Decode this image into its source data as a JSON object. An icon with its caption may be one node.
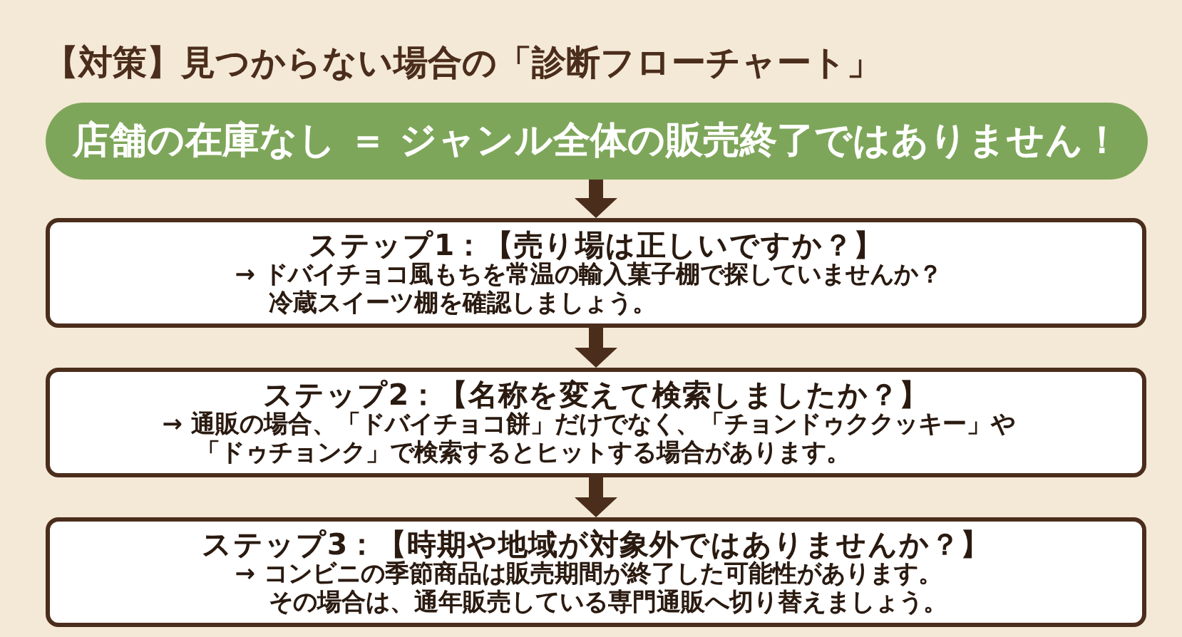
{
  "diagram": {
    "title": "【対策】見つからない場合の「診断フローチャート」",
    "nodes": [
      {
        "text": [
          "店舗の在庫なし ＝ ジャンル全体の販売終了ではありません！"
        ]
      },
      {
        "text": [
          "ステップ1：【売り場は正しいですか？】",
          "→ ドバイチョコ風もちを常温の輸入菓子棚で探していませんか？冷蔵スイーツ棚を確認しましょう。"
        ]
      },
      {
        "text": [
          "ステップ2：【名称を変えて検索しましたか？】",
          "→ 通販の場合、「ドバイチョコ餅」だけでなく、「チョンドゥククッキー」や「ドゥチョンク」で検索するとヒットする場合があります。"
        ]
      },
      {
        "text": [
          "ステップ3：【時期や地域が対象外ではありませんか？】",
          "→ コンビニの季節商品は販売期間が終了した可能性があります。その場合は、通年販売している専門通販へ切り替えましょう。"
        ]
      }
    ],
    "edges": [
      {
        "from": 0,
        "to": 1,
        "arrow": "to"
      },
      {
        "from": 1,
        "to": 2,
        "arrow": "to"
      },
      {
        "from": 2,
        "to": 3,
        "arrow": "to"
      }
    ]
  }
}
